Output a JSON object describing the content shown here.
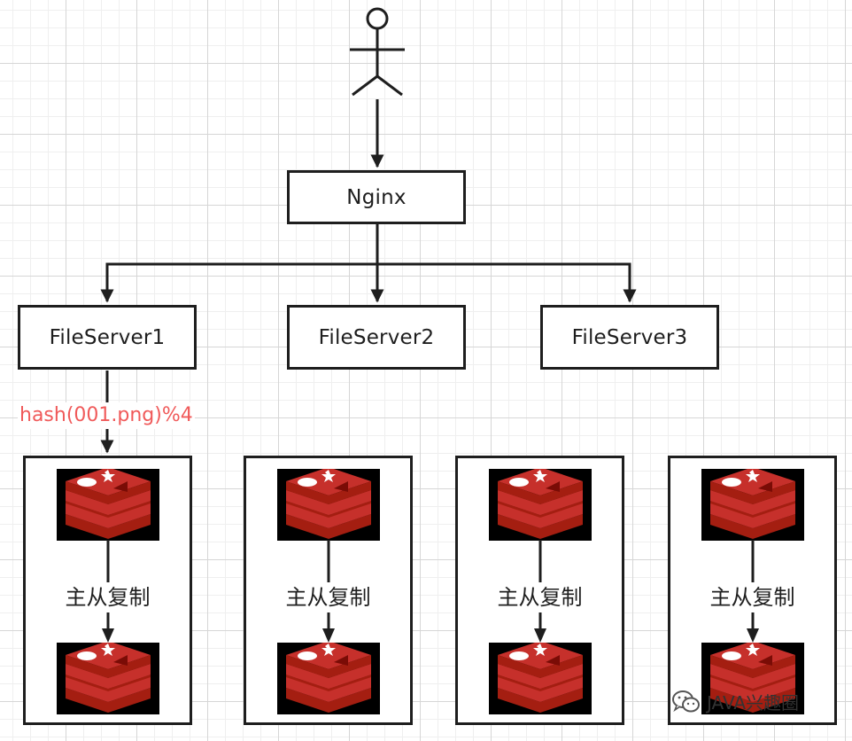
{
  "nodes": {
    "nginx": "Nginx",
    "servers": [
      "FileServer1",
      "FileServer2",
      "FileServer3"
    ]
  },
  "hash_label": "hash(001.png)%4",
  "replication_label": "主从复制",
  "group_count": 4,
  "watermark": {
    "text": "JAVA兴趣圈",
    "icon": "wechat-icon"
  },
  "icons": {
    "user": "stick-figure-icon",
    "redis": "redis-icon"
  },
  "colors": {
    "line": "#1e1e1e",
    "hash_label": "#f05a5a",
    "redis_red": "#c6302b",
    "redis_dark": "#a41e11"
  }
}
